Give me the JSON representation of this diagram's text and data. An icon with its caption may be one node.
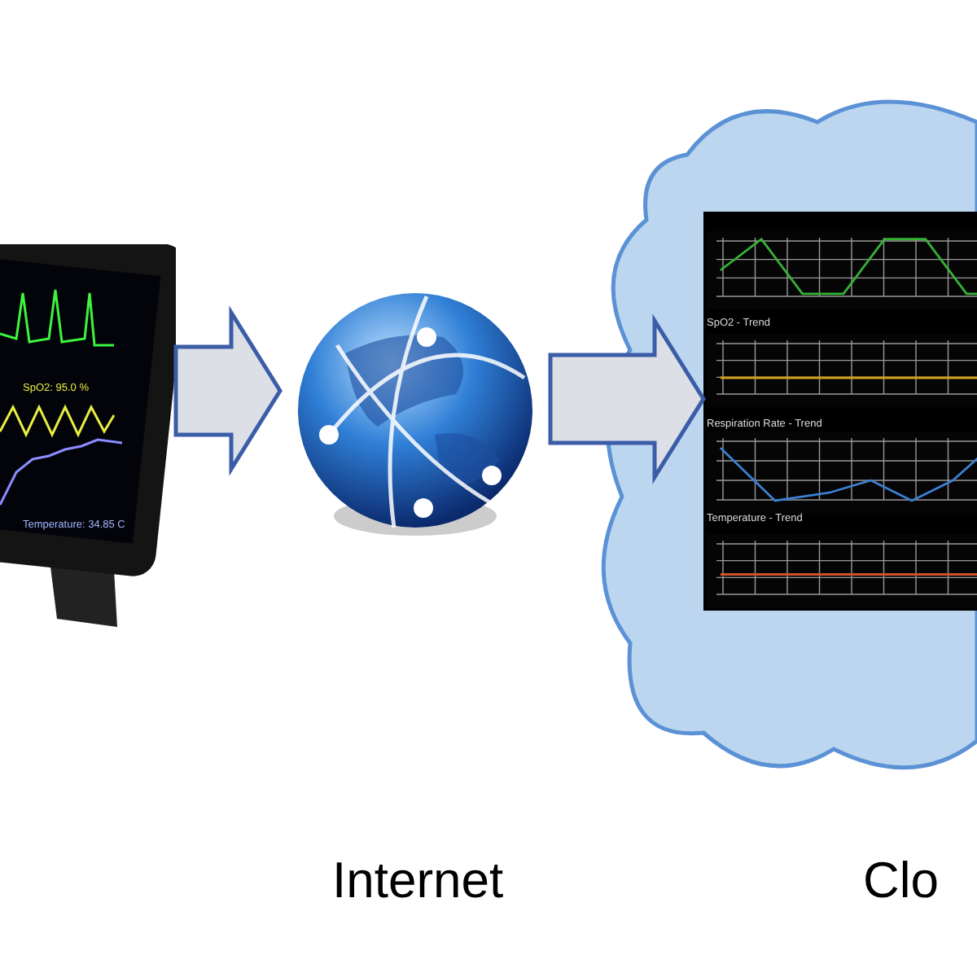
{
  "diagram": {
    "nodes": [
      {
        "text": [],
        "shape": "picture"
      },
      {
        "text": [],
        "shape": "picture"
      },
      {
        "text": [],
        "shape": "cloud"
      },
      {
        "text": [],
        "shape": "picture",
        "in": 2
      }
    ],
    "edges": [
      {
        "from": 0,
        "to": 1,
        "arrow": "to"
      },
      {
        "from": 1,
        "to": 3,
        "arrow": "to"
      }
    ],
    "labels": [
      "SpO2: 95.0 %",
      "Temperature: 34.85 C",
      "SpO2 - Trend",
      "Respiration Rate - Trend",
      "Temperature - Trend",
      "Internet",
      "Clo"
    ]
  }
}
